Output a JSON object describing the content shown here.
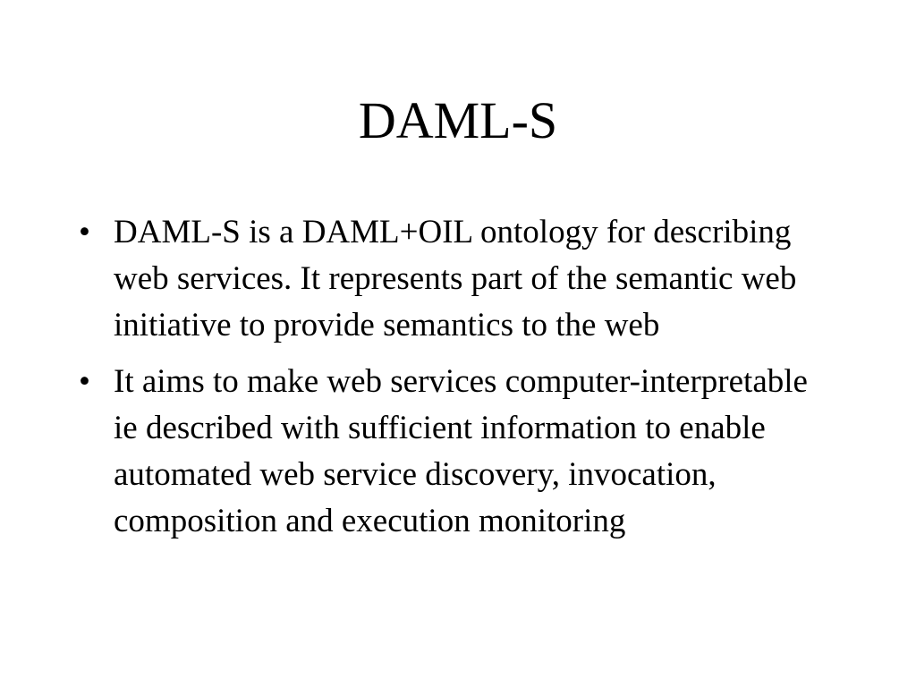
{
  "slide": {
    "title": "DAML-S",
    "bullet_glyph": "•",
    "bullets": [
      "DAML-S is a DAML+OIL ontology for describing web services. It represents part of the semantic web initiative to provide semantics to the web",
      "It aims to make web services computer-interpretable ie described with sufficient information to enable automated web service discovery, invocation, composition and execution monitoring"
    ]
  }
}
